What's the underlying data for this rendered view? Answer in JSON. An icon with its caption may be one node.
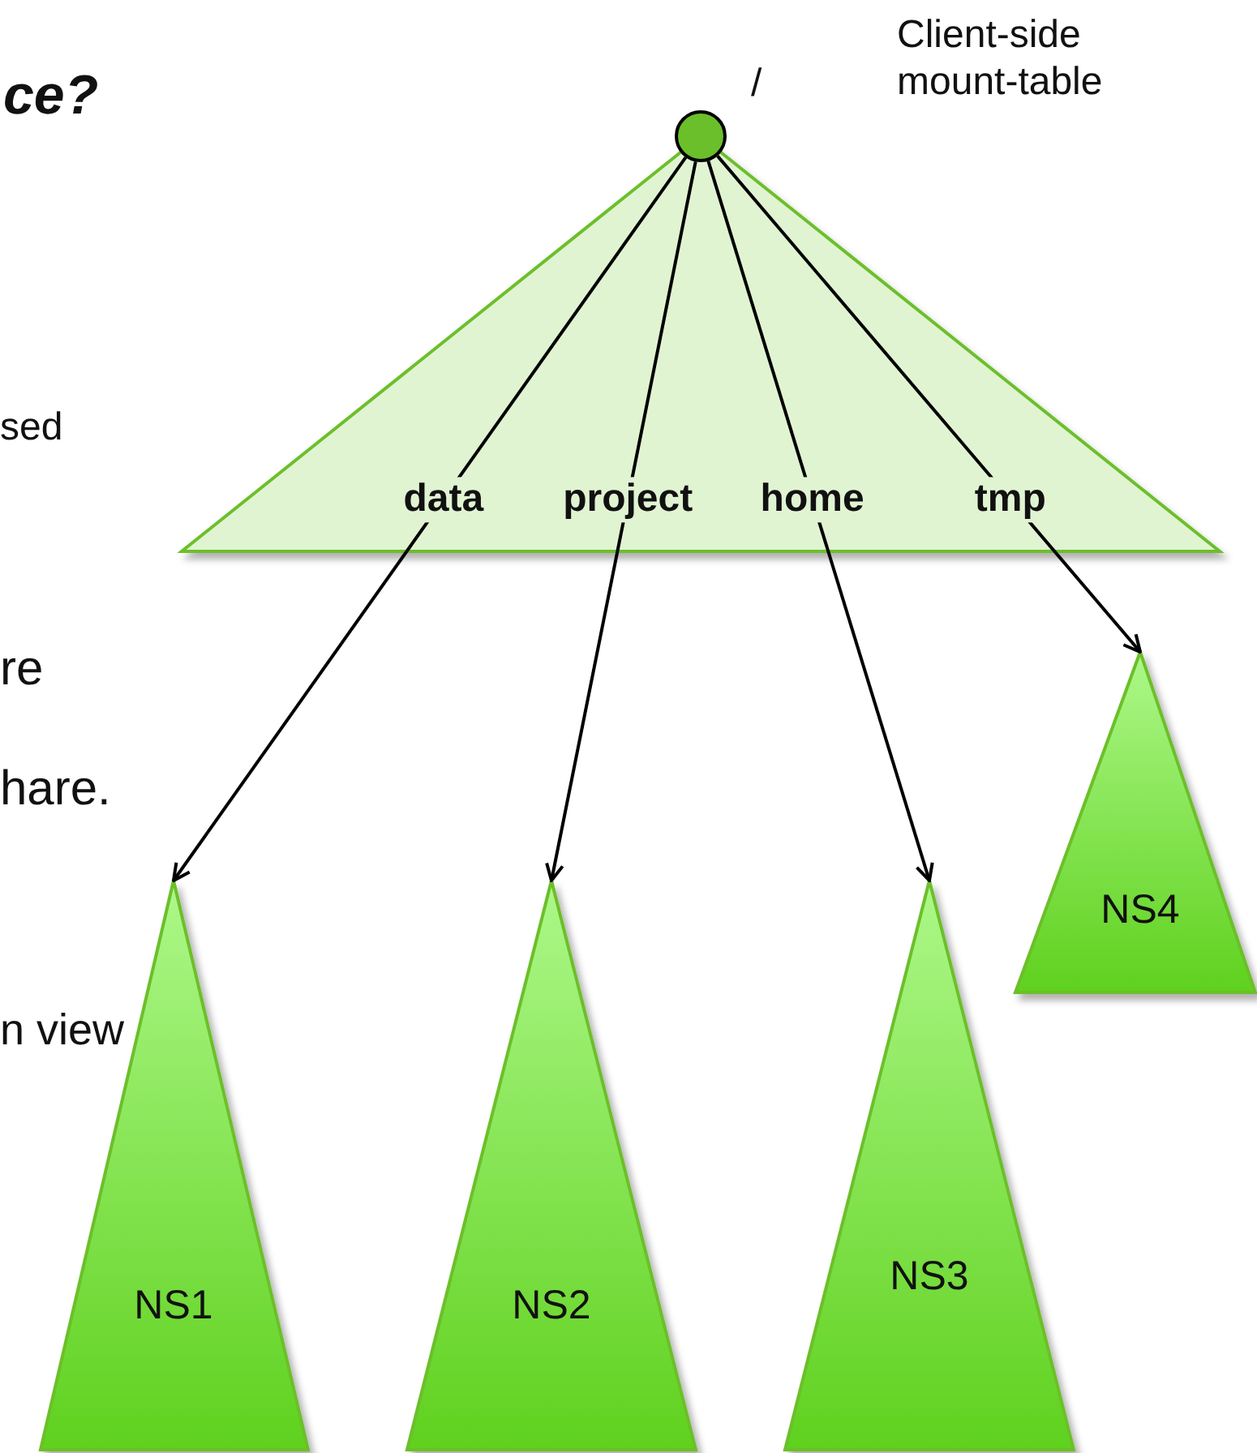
{
  "diagram": {
    "nodes": [
      {
        "text": [],
        "shape": "circle",
        "beside": [
          "/"
        ]
      },
      {
        "text": [
          "NS1"
        ]
      },
      {
        "text": [
          "NS2"
        ]
      },
      {
        "text": [
          "NS3"
        ]
      },
      {
        "text": [
          "NS4"
        ]
      }
    ],
    "edges": [
      {
        "from": 0,
        "to": 1,
        "arrow": "to",
        "label": "data"
      },
      {
        "from": 0,
        "to": 2,
        "arrow": "to",
        "label": "project"
      },
      {
        "from": 0,
        "to": 3,
        "arrow": "to",
        "label": "home"
      },
      {
        "from": 0,
        "to": 4,
        "arrow": "to",
        "label": "tmp"
      }
    ],
    "labels": [
      "ce?",
      "Client-side mount-table",
      "sed",
      "re",
      "hare.",
      "n view"
    ]
  }
}
